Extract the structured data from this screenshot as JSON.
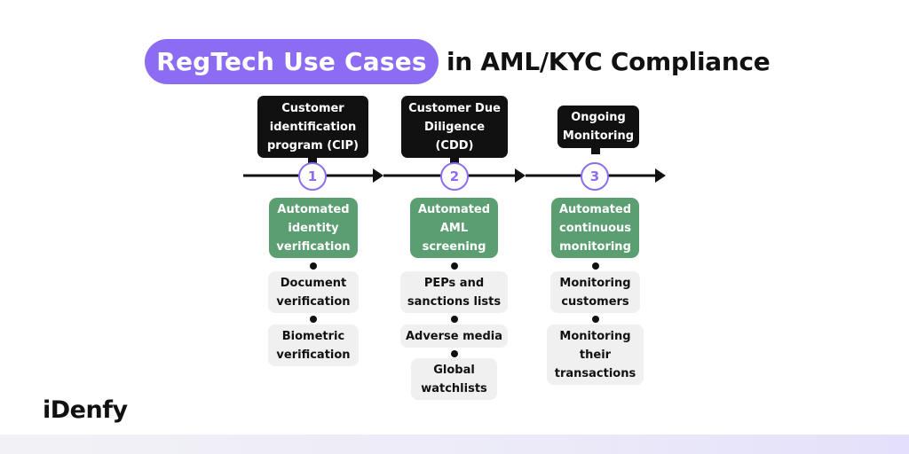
{
  "title": {
    "highlight": "RegTech Use Cases",
    "rest": "in AML/KYC Compliance"
  },
  "stages": [
    {
      "number": "1",
      "label": "Customer\nidentification\nprogram (CIP)",
      "automation": "Automated\nidentity\nverification",
      "items": [
        "Document\nverification",
        "Biometric\nverification"
      ]
    },
    {
      "number": "2",
      "label": "Customer Due\nDiligence\n(CDD)",
      "automation": "Automated\nAML\nscreening",
      "items": [
        "PEPs and\nsanctions lists",
        "Adverse media",
        "Global\nwatchlists"
      ]
    },
    {
      "number": "3",
      "label": "Ongoing\nMonitoring",
      "automation": "Automated\ncontinuous\nmonitoring",
      "items": [
        "Monitoring\ncustomers",
        "Monitoring\ntheir\ntransactions"
      ]
    }
  ],
  "brand": {
    "logo": "iDenfy"
  },
  "colors": {
    "accent": "#8b6cf3",
    "automation": "#5a9e72",
    "label_bg": "#111111",
    "item_bg": "#f0f0f0"
  },
  "icons": [
    "arrow-right-icon"
  ]
}
